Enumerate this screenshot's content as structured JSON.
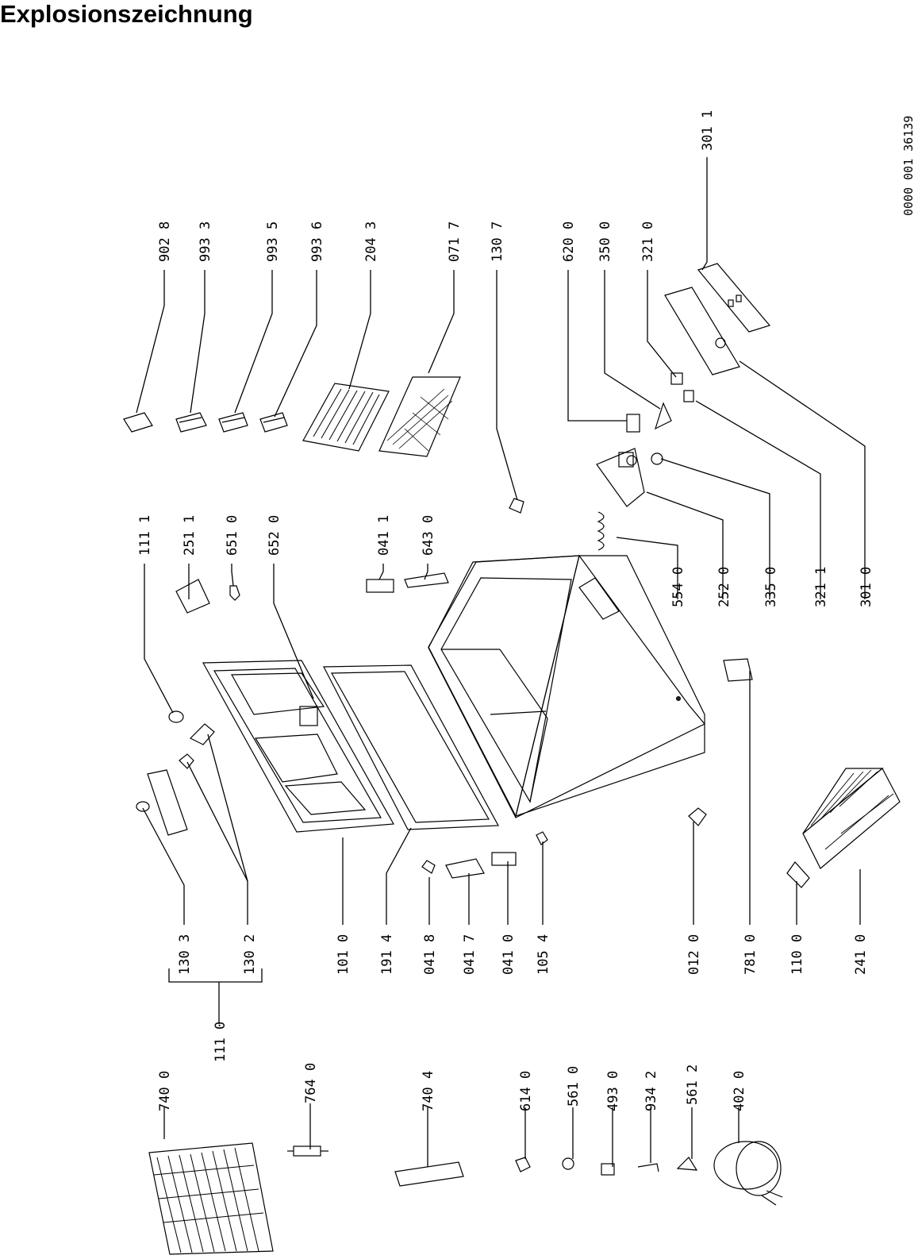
{
  "page": {
    "title": "Explosionszeichnung",
    "drawing_number": "0000 001 36139"
  },
  "parts": [
    {
      "no": "902 8"
    },
    {
      "no": "993 3"
    },
    {
      "no": "993 5"
    },
    {
      "no": "993 6"
    },
    {
      "no": "204 3"
    },
    {
      "no": "071 7"
    },
    {
      "no": "130 7"
    },
    {
      "no": "620 0"
    },
    {
      "no": "350 0"
    },
    {
      "no": "321 0"
    },
    {
      "no": "301 1"
    },
    {
      "no": "111 1"
    },
    {
      "no": "251 1"
    },
    {
      "no": "651 0"
    },
    {
      "no": "652 0"
    },
    {
      "no": "041 1"
    },
    {
      "no": "643 0"
    },
    {
      "no": "554 0"
    },
    {
      "no": "252 0"
    },
    {
      "no": "335 0"
    },
    {
      "no": "321 1"
    },
    {
      "no": "301 0"
    },
    {
      "no": "130 3"
    },
    {
      "no": "130 2"
    },
    {
      "no": "111 0"
    },
    {
      "no": "101 0"
    },
    {
      "no": "191 4"
    },
    {
      "no": "041 8"
    },
    {
      "no": "041 7"
    },
    {
      "no": "041 0"
    },
    {
      "no": "105 4"
    },
    {
      "no": "012 0"
    },
    {
      "no": "781 0"
    },
    {
      "no": "110 0"
    },
    {
      "no": "241 0"
    },
    {
      "no": "740 0"
    },
    {
      "no": "764 0"
    },
    {
      "no": "740 4"
    },
    {
      "no": "614 0"
    },
    {
      "no": "561 0"
    },
    {
      "no": "493 0"
    },
    {
      "no": "934 2"
    },
    {
      "no": "561 2"
    },
    {
      "no": "402 0"
    }
  ]
}
